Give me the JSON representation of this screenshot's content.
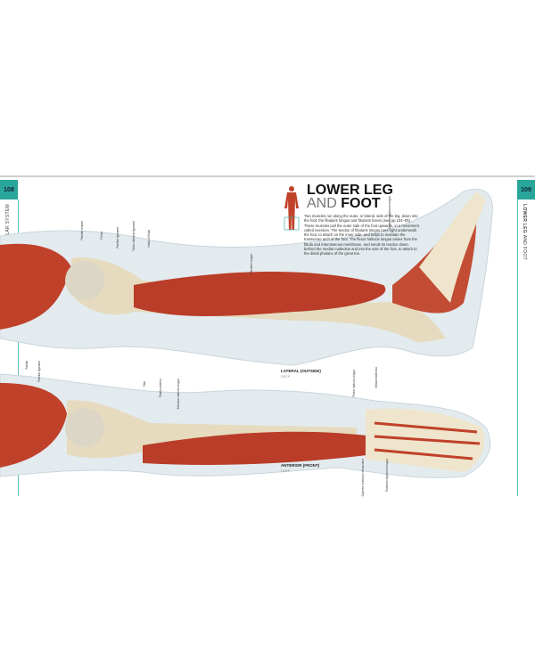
{
  "left_page": {
    "number": "108",
    "running_head": "MUSCULAR SYSTEM"
  },
  "right_page": {
    "number": "109",
    "running_head_bold": "LOWER LEG",
    "running_head_light": "AND FOOT"
  },
  "title": {
    "line1": "LOWER LEG",
    "line2_light": "AND",
    "line2_bold": "FOOT"
  },
  "intro": "Two muscles run along the outer, or lateral, side of the leg, down into the foot: the fibularis longus and fibularis brevis (see pp.104–05). These muscles pull the outer side of the foot upwards, in a movement called eversion. The tendon of fibularis longus runs right underneath the foot, to attach on the inner side, and helps to maintain the transverse arch of the foot. The flexor hallucis longus arises from the fibula and interosseous membrane, and sends its tendon down, behind the medial malleolus and into the sole of the foot, to attach to the distal phalanx of the great toe.",
  "views": [
    {
      "label": "LATERAL (OUTSIDE)",
      "sub": "DEEP"
    },
    {
      "label": "ANTERIOR (FRONT)",
      "sub": "DEEP"
    }
  ],
  "labels_top": [
    "Patellar tendon",
    "Fibula",
    "Patellar ligament",
    "Tibial collateral ligament",
    "Head of fibula",
    "Fibularis longus",
    "Flexor hallucis longus",
    "Extensor digitorum longus",
    "Medial malleolus"
  ],
  "labels_bottom": [
    "Patella",
    "Patellar ligament",
    "Tibia",
    "Tibialis anterior",
    "Extensor hallucis longus",
    "Superior extensor retinaculum",
    "Extensor digitorum longus"
  ],
  "colors": {
    "accent": "#2aa59a",
    "muscle": "#c0412a",
    "bone": "#e8dcc0"
  }
}
